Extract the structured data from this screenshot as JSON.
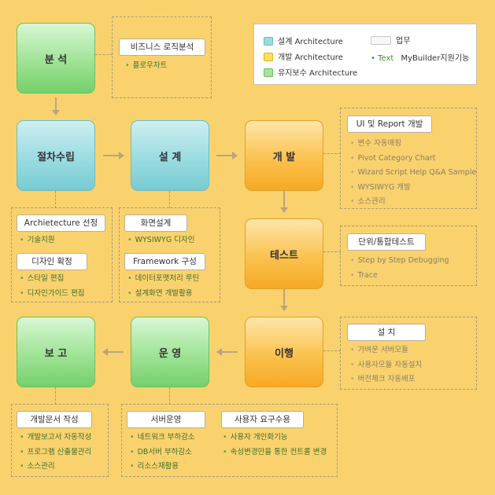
{
  "legend": {
    "design": "설계 Architecture",
    "dev": "개발 Architecture",
    "maint": "유지보수 Architecture",
    "task": "업무",
    "text_sample_bullet": "•",
    "text_sample": "Text",
    "mybuilder": "MyBuilder지원기능"
  },
  "colors": {
    "background": "#f9d26e",
    "green": "#9fe396",
    "blue": "#9adce1",
    "orange": "#fbc24f",
    "item_text": "#3f6f2a",
    "grey_item_text": "#8a7f65"
  },
  "bullet": "•",
  "process": {
    "analysis": "분 석",
    "procedure": "절차수립",
    "design": "설 계",
    "develop": "개 발",
    "test": "테스트",
    "migration": "이행",
    "operation": "운 영",
    "report": "보 고"
  },
  "panels": {
    "analysis": {
      "title": "비즈니스 로직분석",
      "items": [
        "플로우차트"
      ]
    },
    "procedure": [
      {
        "title": "Archietecture 선정",
        "items": [
          "기술지원"
        ]
      },
      {
        "title": "디자인 확정",
        "items": [
          "스타일 편집",
          "디자인가이드 편집"
        ]
      }
    ],
    "design": [
      {
        "title": "화면설계",
        "items": [
          "WYSIWYG 디자인"
        ]
      },
      {
        "title": "Framework 구성",
        "items": [
          "데이터포맷처리 루틴",
          "설계화면 개발활용"
        ]
      }
    ],
    "develop": {
      "title": "UI 및 Report 개발",
      "items": [
        "변수 자동매핑",
        "Pivot Category Chart",
        "Wizard Script Help Q&A Sample",
        "WYSIWYG 개발",
        "소스관리"
      ]
    },
    "test": {
      "title": "단위/통합테스트",
      "items": [
        "Step by Step Debugging",
        "Trace"
      ]
    },
    "migration": {
      "title": "설 치",
      "items": [
        "가벼운 서버모듈",
        "사용자모듈 자동설치",
        "버전체크 자동배포"
      ]
    },
    "report": {
      "title": "개발문서 작성",
      "items": [
        "개발보고서 자동작성",
        "프로그램 산출물관리",
        "소스관리"
      ]
    },
    "operation": [
      {
        "title": "서버운영",
        "items": [
          "네트워크 부하감소",
          "DB서버 부하감소",
          "리소스재활용"
        ]
      },
      {
        "title": "사용자 요구수용",
        "items": [
          "사용자 개인화기능",
          "속성변경만을 통한 컨트롤 변경"
        ]
      }
    ]
  }
}
